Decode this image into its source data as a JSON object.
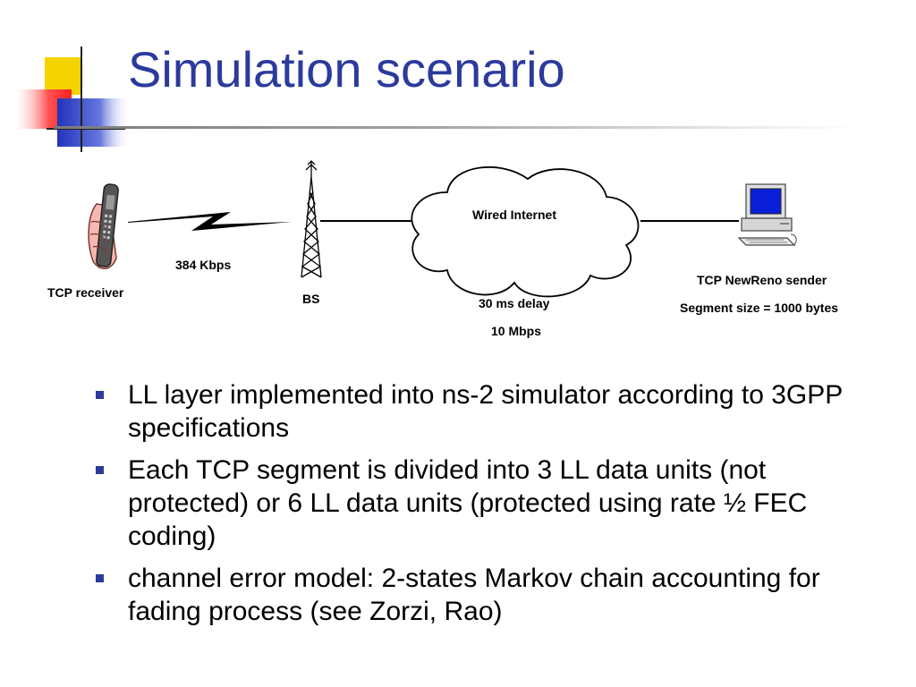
{
  "slide": {
    "title": "Simulation scenario"
  },
  "diagram": {
    "labels": {
      "tcp_receiver": "TCP receiver",
      "wireless_rate": "384 Kbps",
      "base_station": "BS",
      "cloud": "Wired Internet",
      "wired_delay": "30 ms delay",
      "wired_rate": "10 Mbps",
      "sender": "TCP NewReno sender",
      "segment_size": "Segment size = 1000 bytes"
    },
    "icons": [
      "mobile-phone-icon",
      "lightning-bolt-icon",
      "antenna-tower-icon",
      "cloud-icon",
      "desktop-computer-icon"
    ]
  },
  "bullets": [
    "LL layer implemented into ns-2 simulator according to 3GPP specifications",
    "Each TCP segment is divided into 3 LL data units (not protected) or 6 LL data units (protected using rate ½ FEC coding)",
    "channel error model: 2-states Markov chain accounting for fading process (see Zorzi, Rao)"
  ],
  "colors": {
    "title": "#2b3a9c",
    "bullet_marker": "#2b3a9c",
    "logo_yellow": "#f5d300",
    "logo_red": "#ff3a3a",
    "logo_blue": "#3344cc"
  }
}
